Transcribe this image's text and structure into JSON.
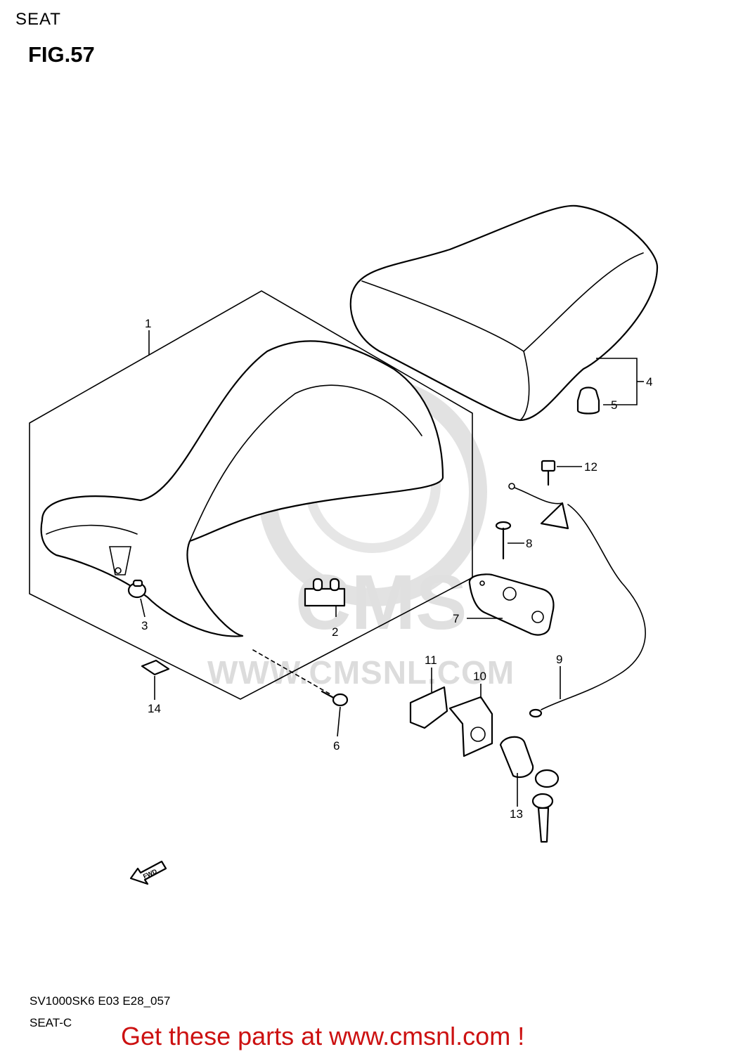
{
  "header": {
    "section": "SEAT",
    "figure": "FIG.57"
  },
  "callouts": {
    "c1": "1",
    "c2": "2",
    "c3": "3",
    "c4": "4",
    "c5": "5",
    "c6": "6",
    "c7": "7",
    "c8": "8",
    "c9": "9",
    "c10": "10",
    "c11": "11",
    "c12": "12",
    "c13": "13",
    "c14": "14"
  },
  "watermark": {
    "text": "WWW.CMSNL.COM",
    "logo": "CMS",
    "color": "#dcdcdc"
  },
  "direction_arrow": {
    "label": "FWD"
  },
  "footer": {
    "model_code": "SV1000SK6 E03 E28_057",
    "subtitle": "SEAT-C",
    "cta": "Get these parts at www.cmsnl.com !",
    "cta_color": "#cc1111"
  }
}
